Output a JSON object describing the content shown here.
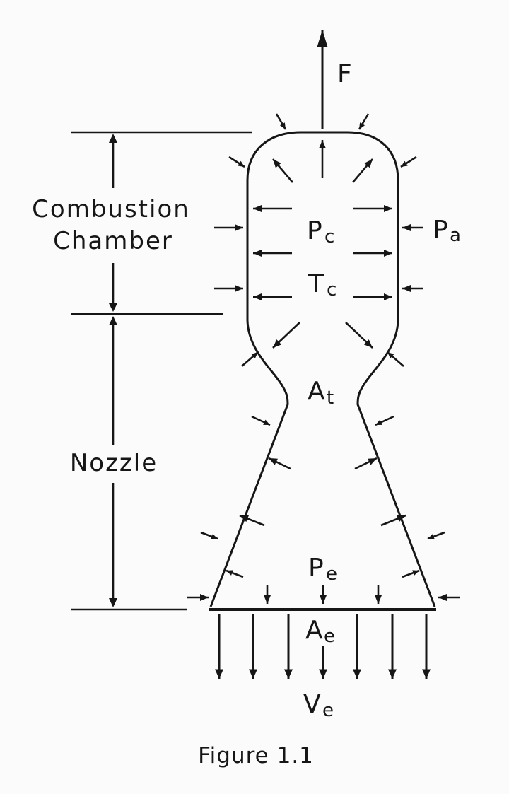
{
  "figure": {
    "caption": "Figure 1.1",
    "region_labels": {
      "combustion_chamber_line1": "Combustion",
      "combustion_chamber_line2": "Chamber",
      "nozzle": "Nozzle"
    },
    "symbols": {
      "thrust": {
        "main": "F"
      },
      "chamber_pressure": {
        "main": "P",
        "sub": "c"
      },
      "chamber_temperature": {
        "main": "T",
        "sub": "c"
      },
      "ambient_pressure": {
        "main": "P",
        "sub": "a"
      },
      "throat_area": {
        "main": "A",
        "sub": "t"
      },
      "exit_pressure": {
        "main": "P",
        "sub": "e"
      },
      "exit_area": {
        "main": "A",
        "sub": "e"
      },
      "exit_velocity": {
        "main": "V",
        "sub": "e"
      }
    },
    "colors": {
      "ink": "#161616",
      "background": "#fbfbfb"
    }
  }
}
